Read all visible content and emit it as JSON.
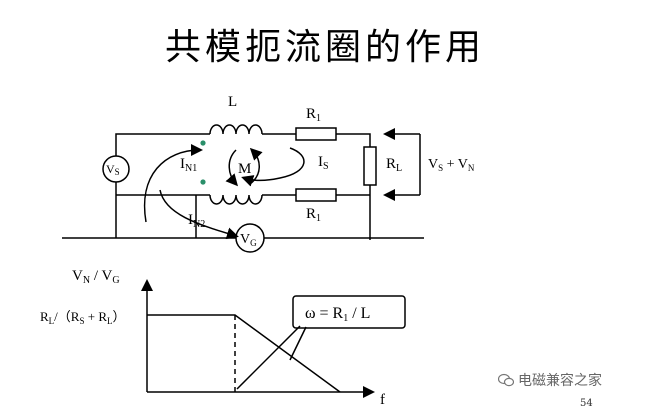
{
  "title": "共模扼流圈的作用",
  "circuit": {
    "inductor_label": "L",
    "resistor_top": {
      "main": "R",
      "sub": "1"
    },
    "resistor_bottom": {
      "main": "R",
      "sub": "1"
    },
    "load": {
      "main": "R",
      "sub": "L"
    },
    "source_vs": {
      "main": "V",
      "sub": "S"
    },
    "source_vg": {
      "main": "V",
      "sub": "G"
    },
    "mutual_label": "M",
    "current_in1": {
      "main": "I",
      "sub": "N1"
    },
    "current_in2": {
      "main": "I",
      "sub": "N2"
    },
    "current_is": {
      "main": "I",
      "sub": "S"
    },
    "output_voltage": {
      "v1": "V",
      "s1": "S",
      "plus": " + ",
      "v2": "V",
      "s2": "N"
    }
  },
  "graph": {
    "ylabel": {
      "v1": "V",
      "s1": "N",
      "slash": " / ",
      "v2": "V",
      "s2": "G"
    },
    "xlabel": "f",
    "level_label": {
      "r1": "R",
      "s1": "L",
      "mid": "/（R",
      "s2": "S",
      "plus": " + R",
      "s3": "L",
      "end": "）"
    },
    "corner_box": {
      "pre": "ω = R",
      "sub": "1",
      "post": " / L"
    }
  },
  "watermark": "电磁兼容之家",
  "page_number": "54"
}
